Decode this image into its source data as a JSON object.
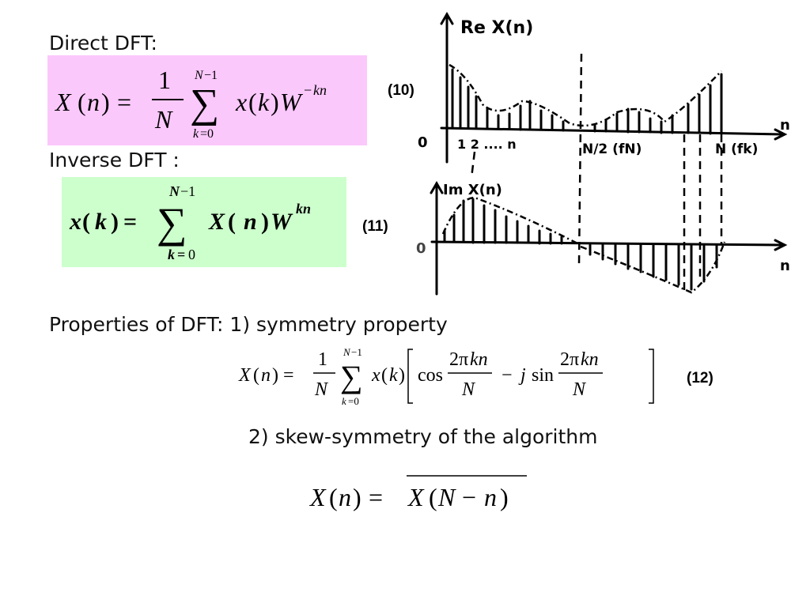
{
  "labels": {
    "direct": "Direct DFT:",
    "inverse": "Inverse DFT :",
    "properties": "Properties of DFT: 1) symmetry property",
    "skew": "2) skew-symmetry of the algorithm"
  },
  "equation_numbers": {
    "eq10": "(10)",
    "eq11": "(11)",
    "eq12": "(12)"
  },
  "colors": {
    "direct_box": "#fbc8fb",
    "inverse_box": "#ccffcc"
  },
  "diagram": {
    "re_axis_label": "Re X(n)",
    "im_axis_label": "Im X(n)",
    "n_axis": "n",
    "zero": "0",
    "ticks": "1 2 .... n",
    "half_label": "N/2 (fN)",
    "end_label": "N (fk)"
  }
}
